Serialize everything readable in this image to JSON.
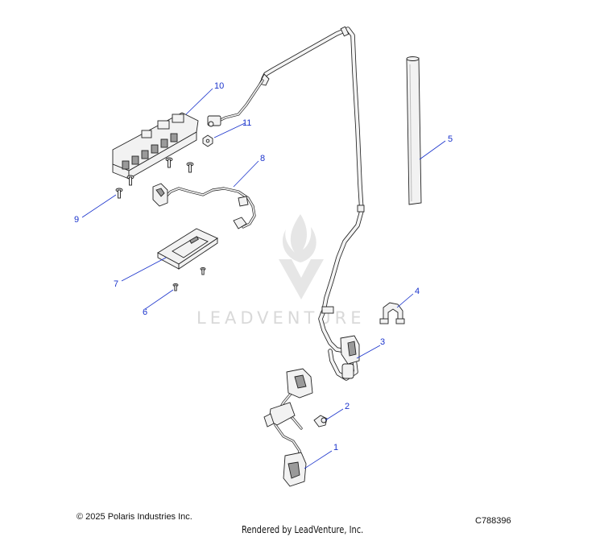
{
  "watermark": {
    "text": "LEADVENTURE"
  },
  "callouts": [
    {
      "id": "1",
      "label": "1"
    },
    {
      "id": "2",
      "label": "2"
    },
    {
      "id": "3",
      "label": "3"
    },
    {
      "id": "4",
      "label": "4"
    },
    {
      "id": "5",
      "label": "5"
    },
    {
      "id": "6",
      "label": "6"
    },
    {
      "id": "7",
      "label": "7"
    },
    {
      "id": "8",
      "label": "8"
    },
    {
      "id": "9",
      "label": "9"
    },
    {
      "id": "10",
      "label": "10"
    },
    {
      "id": "11",
      "label": "11"
    }
  ],
  "footer": {
    "copyright": "© 2025 Polaris Industries Inc.",
    "rendered_by": "Rendered by LeadVenture, Inc.",
    "diagram_code": "C788396"
  },
  "colors": {
    "callout": "#1a33cc",
    "line": "#222222",
    "watermark": "#d9d9d9"
  }
}
